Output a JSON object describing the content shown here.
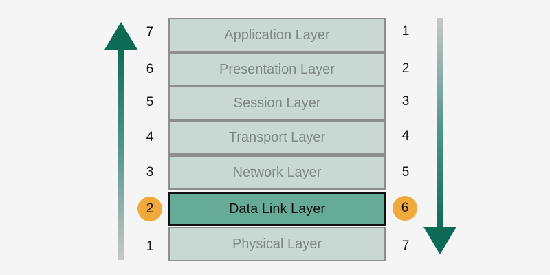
{
  "colors": {
    "background": "#f5f5f5",
    "layer_fill": "#c9d8d3",
    "layer_highlight_fill": "#65ab98",
    "badge": "#f0aa3c",
    "arrow_dark": "#0d6b55",
    "arrow_light": "#c8c8c8"
  },
  "layers": [
    {
      "label": "Application Layer",
      "left_number": "7",
      "right_number": "1",
      "highlighted": false
    },
    {
      "label": "Presentation Layer",
      "left_number": "6",
      "right_number": "2",
      "highlighted": false
    },
    {
      "label": "Session Layer",
      "left_number": "5",
      "right_number": "3",
      "highlighted": false
    },
    {
      "label": "Transport Layer",
      "left_number": "4",
      "right_number": "4",
      "highlighted": false
    },
    {
      "label": "Network Layer",
      "left_number": "3",
      "right_number": "5",
      "highlighted": false
    },
    {
      "label": "Data Link Layer",
      "left_number": "2",
      "right_number": "6",
      "highlighted": true
    },
    {
      "label": "Physical Layer",
      "left_number": "1",
      "right_number": "7",
      "highlighted": false
    }
  ],
  "arrows": {
    "left": {
      "direction": "up",
      "icon": "arrow-up-icon"
    },
    "right": {
      "direction": "down",
      "icon": "arrow-down-icon"
    }
  }
}
